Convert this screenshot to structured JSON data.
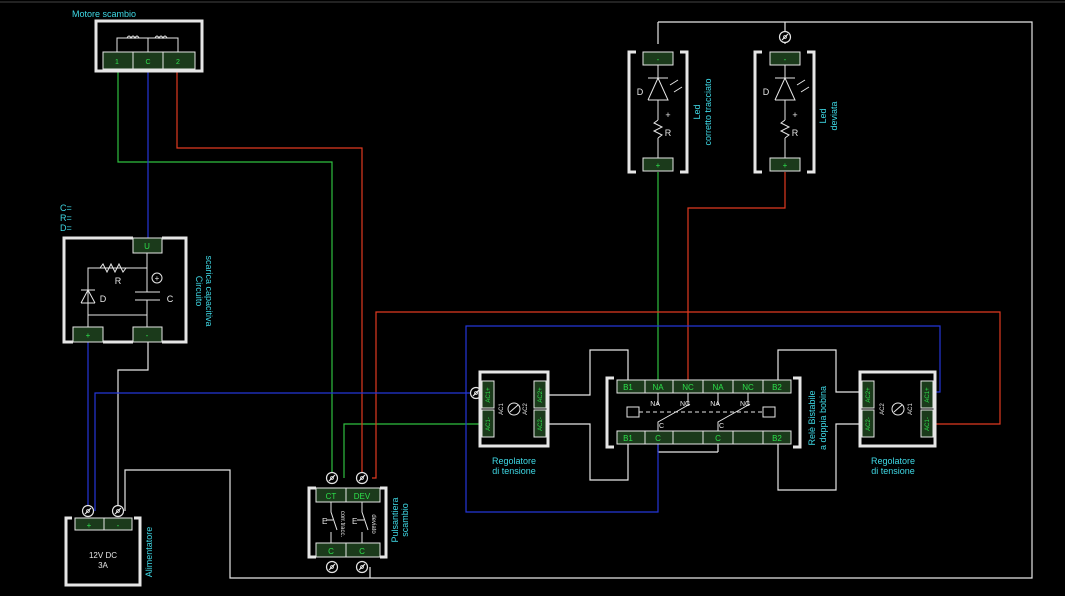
{
  "colors": {
    "background": "#000000",
    "wire_white": "#e6e6e6",
    "wire_green": "#2fbf3f",
    "wire_red": "#e03a20",
    "wire_blue": "#2436d8",
    "label_cyan": "#3fd9e6",
    "terminal_fill": "#1b3a1b",
    "terminal_text": "#2de14b"
  },
  "components": {
    "motor": {
      "title": "Motore scambio",
      "terminals": [
        "1",
        "C",
        "2"
      ]
    },
    "capacitive_circuit": {
      "caption_line1": "Circuito",
      "caption_line2": "scarica capacitiva",
      "notes": [
        "C=",
        "R=",
        "D="
      ],
      "terminal_top": "U",
      "terminal_plus": "+",
      "terminal_minus": "-",
      "label_r": "R",
      "label_d": "D",
      "label_c": "C",
      "polarity": "+"
    },
    "power_supply": {
      "caption": "Alimentatore",
      "terminal_plus": "+",
      "terminal_minus": "-",
      "rating_line1": "12V DC",
      "rating_line2": "3A"
    },
    "pushbutton": {
      "caption_line1": "Pulsantiera",
      "caption_line2": "scambio",
      "terminal_ct": "CT",
      "terminal_dev": "DEV",
      "terminal_c1": "C",
      "terminal_c2": "C",
      "label_e": "E",
      "label_corretto": "corr.tracc.",
      "label_deviato": "deviato"
    },
    "regulator_left": {
      "caption_line1": "Regolatore",
      "caption_line2": "di tensione",
      "terminals": [
        "AC1+",
        "AC2+",
        "AC1-",
        "AC2-"
      ],
      "inner_labels": [
        "AC1",
        "AC2"
      ]
    },
    "regulator_right": {
      "caption_line1": "Regolatore",
      "caption_line2": "di tensione",
      "terminals": [
        "AC2+",
        "AC1+",
        "AC2-",
        "AC1-"
      ],
      "inner_labels": [
        "AC2",
        "AC1"
      ]
    },
    "relay": {
      "caption_line1": "Relè Bistabile",
      "caption_line2": "a doppia bobina",
      "top_terminals": [
        "B1",
        "NA",
        "NC",
        "NA",
        "NC",
        "B2"
      ],
      "bottom_terminals": [
        "B1",
        "C",
        "C",
        "B2"
      ],
      "inner_labels": [
        "NA",
        "NC",
        "C",
        "NA",
        "NC",
        "C"
      ]
    },
    "led_straight": {
      "caption_line1": "Led",
      "caption_line2": "corretto tracciato",
      "terminal_top": "-",
      "terminal_bottom": "+",
      "label_d": "D",
      "label_r": "R",
      "label_plus": "+"
    },
    "led_diverted": {
      "caption_line1": "Led",
      "caption_line2": "deviata",
      "terminal_top": "-",
      "terminal_bottom": "+",
      "label_d": "D",
      "label_r": "R",
      "label_plus": "+"
    }
  }
}
